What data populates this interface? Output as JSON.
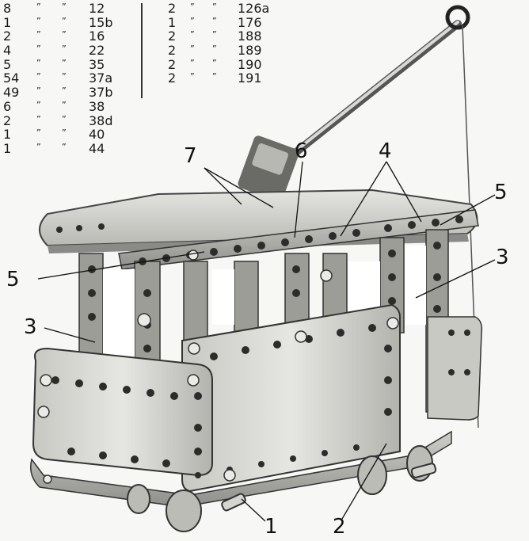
{
  "parts_list": {
    "left_column": [
      {
        "qty": "8",
        "ditto1": "”",
        "ditto2": "”",
        "part": "12"
      },
      {
        "qty": "1",
        "ditto1": "”",
        "ditto2": "”",
        "part": "15b"
      },
      {
        "qty": "2",
        "ditto1": "”",
        "ditto2": "”",
        "part": "16"
      },
      {
        "qty": "4",
        "ditto1": "”",
        "ditto2": "”",
        "part": "22"
      },
      {
        "qty": "5",
        "ditto1": "”",
        "ditto2": "”",
        "part": "35"
      },
      {
        "qty": "54",
        "ditto1": "”",
        "ditto2": "”",
        "part": "37a"
      },
      {
        "qty": "49",
        "ditto1": "”",
        "ditto2": "”",
        "part": "37b"
      },
      {
        "qty": "6",
        "ditto1": "”",
        "ditto2": "”",
        "part": "38"
      },
      {
        "qty": "2",
        "ditto1": "”",
        "ditto2": "”",
        "part": "38d"
      },
      {
        "qty": "1",
        "ditto1": "”",
        "ditto2": "”",
        "part": "40"
      },
      {
        "qty": "1",
        "ditto1": "”",
        "ditto2": "”",
        "part": "44"
      }
    ],
    "right_column": [
      {
        "qty": "2",
        "ditto1": "”",
        "ditto2": "”",
        "part": "126a"
      },
      {
        "qty": "1",
        "ditto1": "”",
        "ditto2": "”",
        "part": "176"
      },
      {
        "qty": "2",
        "ditto1": "”",
        "ditto2": "”",
        "part": "188"
      },
      {
        "qty": "2",
        "ditto1": "”",
        "ditto2": "”",
        "part": "189"
      },
      {
        "qty": "2",
        "ditto1": "”",
        "ditto2": "”",
        "part": "190"
      },
      {
        "qty": "2",
        "ditto1": "”",
        "ditto2": "”",
        "part": "191"
      }
    ]
  },
  "callouts": {
    "c7": "7",
    "c6": "6",
    "c4": "4",
    "c5_right": "5",
    "c3_right": "3",
    "c5_left": "5",
    "c3_left": "3",
    "c1": "1",
    "c2": "2"
  },
  "colors": {
    "metal_light": "#d6d6d2",
    "metal_mid": "#a9a9a4",
    "metal_dark": "#4a4a48",
    "ink": "#111111"
  }
}
